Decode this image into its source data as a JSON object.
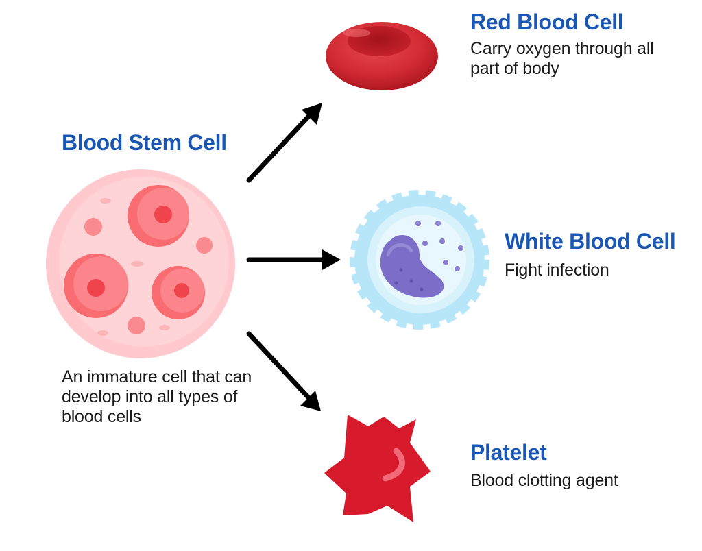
{
  "colors": {
    "title_blue": "#1a56b4",
    "text_dark": "#1a1a1a",
    "arrow": "#000000",
    "stem_cell_pink": "#ffc7cb",
    "red_blood_cell": "#d42a34",
    "white_blood_cell": "#a9e1f7",
    "white_cell_nucleus": "#7b6dc8",
    "platelet": "#d81b2c"
  },
  "stem_cell": {
    "title": "Blood Stem Cell",
    "description": "An immature cell that can develop into all types of blood cells",
    "icon": "blood-stem-cell-icon"
  },
  "cells": [
    {
      "title": "Red Blood Cell",
      "description": "Carry oxygen through all part of body",
      "icon": "red-blood-cell-icon"
    },
    {
      "title": "White Blood Cell",
      "description": "Fight infection",
      "icon": "white-blood-cell-icon"
    },
    {
      "title": "Platelet",
      "description": "Blood clotting agent",
      "icon": "platelet-icon"
    }
  ]
}
